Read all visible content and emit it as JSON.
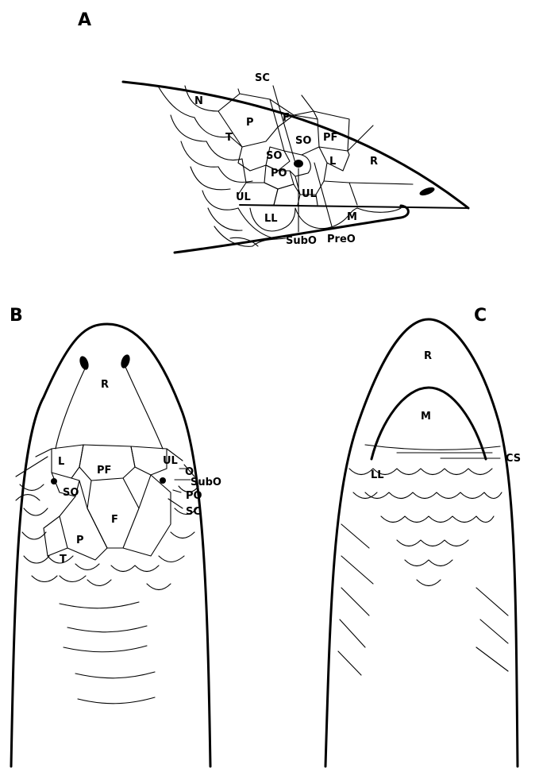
{
  "panels": {
    "a": {
      "title": "A",
      "labels": {
        "sc": "SC",
        "n": "N",
        "f": "F",
        "p": "P",
        "t": "T",
        "so1": "SO",
        "so2": "SO",
        "pf": "PF",
        "po": "PO",
        "l": "L",
        "r": "R",
        "ul1": "UL",
        "ul2": "UL",
        "ll": "LL",
        "m": "M",
        "subo": "SubO",
        "preo": "PreO"
      }
    },
    "b": {
      "title": "B",
      "labels": {
        "r": "R",
        "l": "L",
        "pf": "PF",
        "ul": "UL",
        "o": "O",
        "so": "SO",
        "subo": "SubO",
        "po": "PO",
        "sc": "SC",
        "f": "F",
        "p": "P",
        "t": "T"
      }
    },
    "c": {
      "title": "C",
      "labels": {
        "r": "R",
        "m": "M",
        "ll": "LL",
        "cs": "CS"
      }
    }
  }
}
